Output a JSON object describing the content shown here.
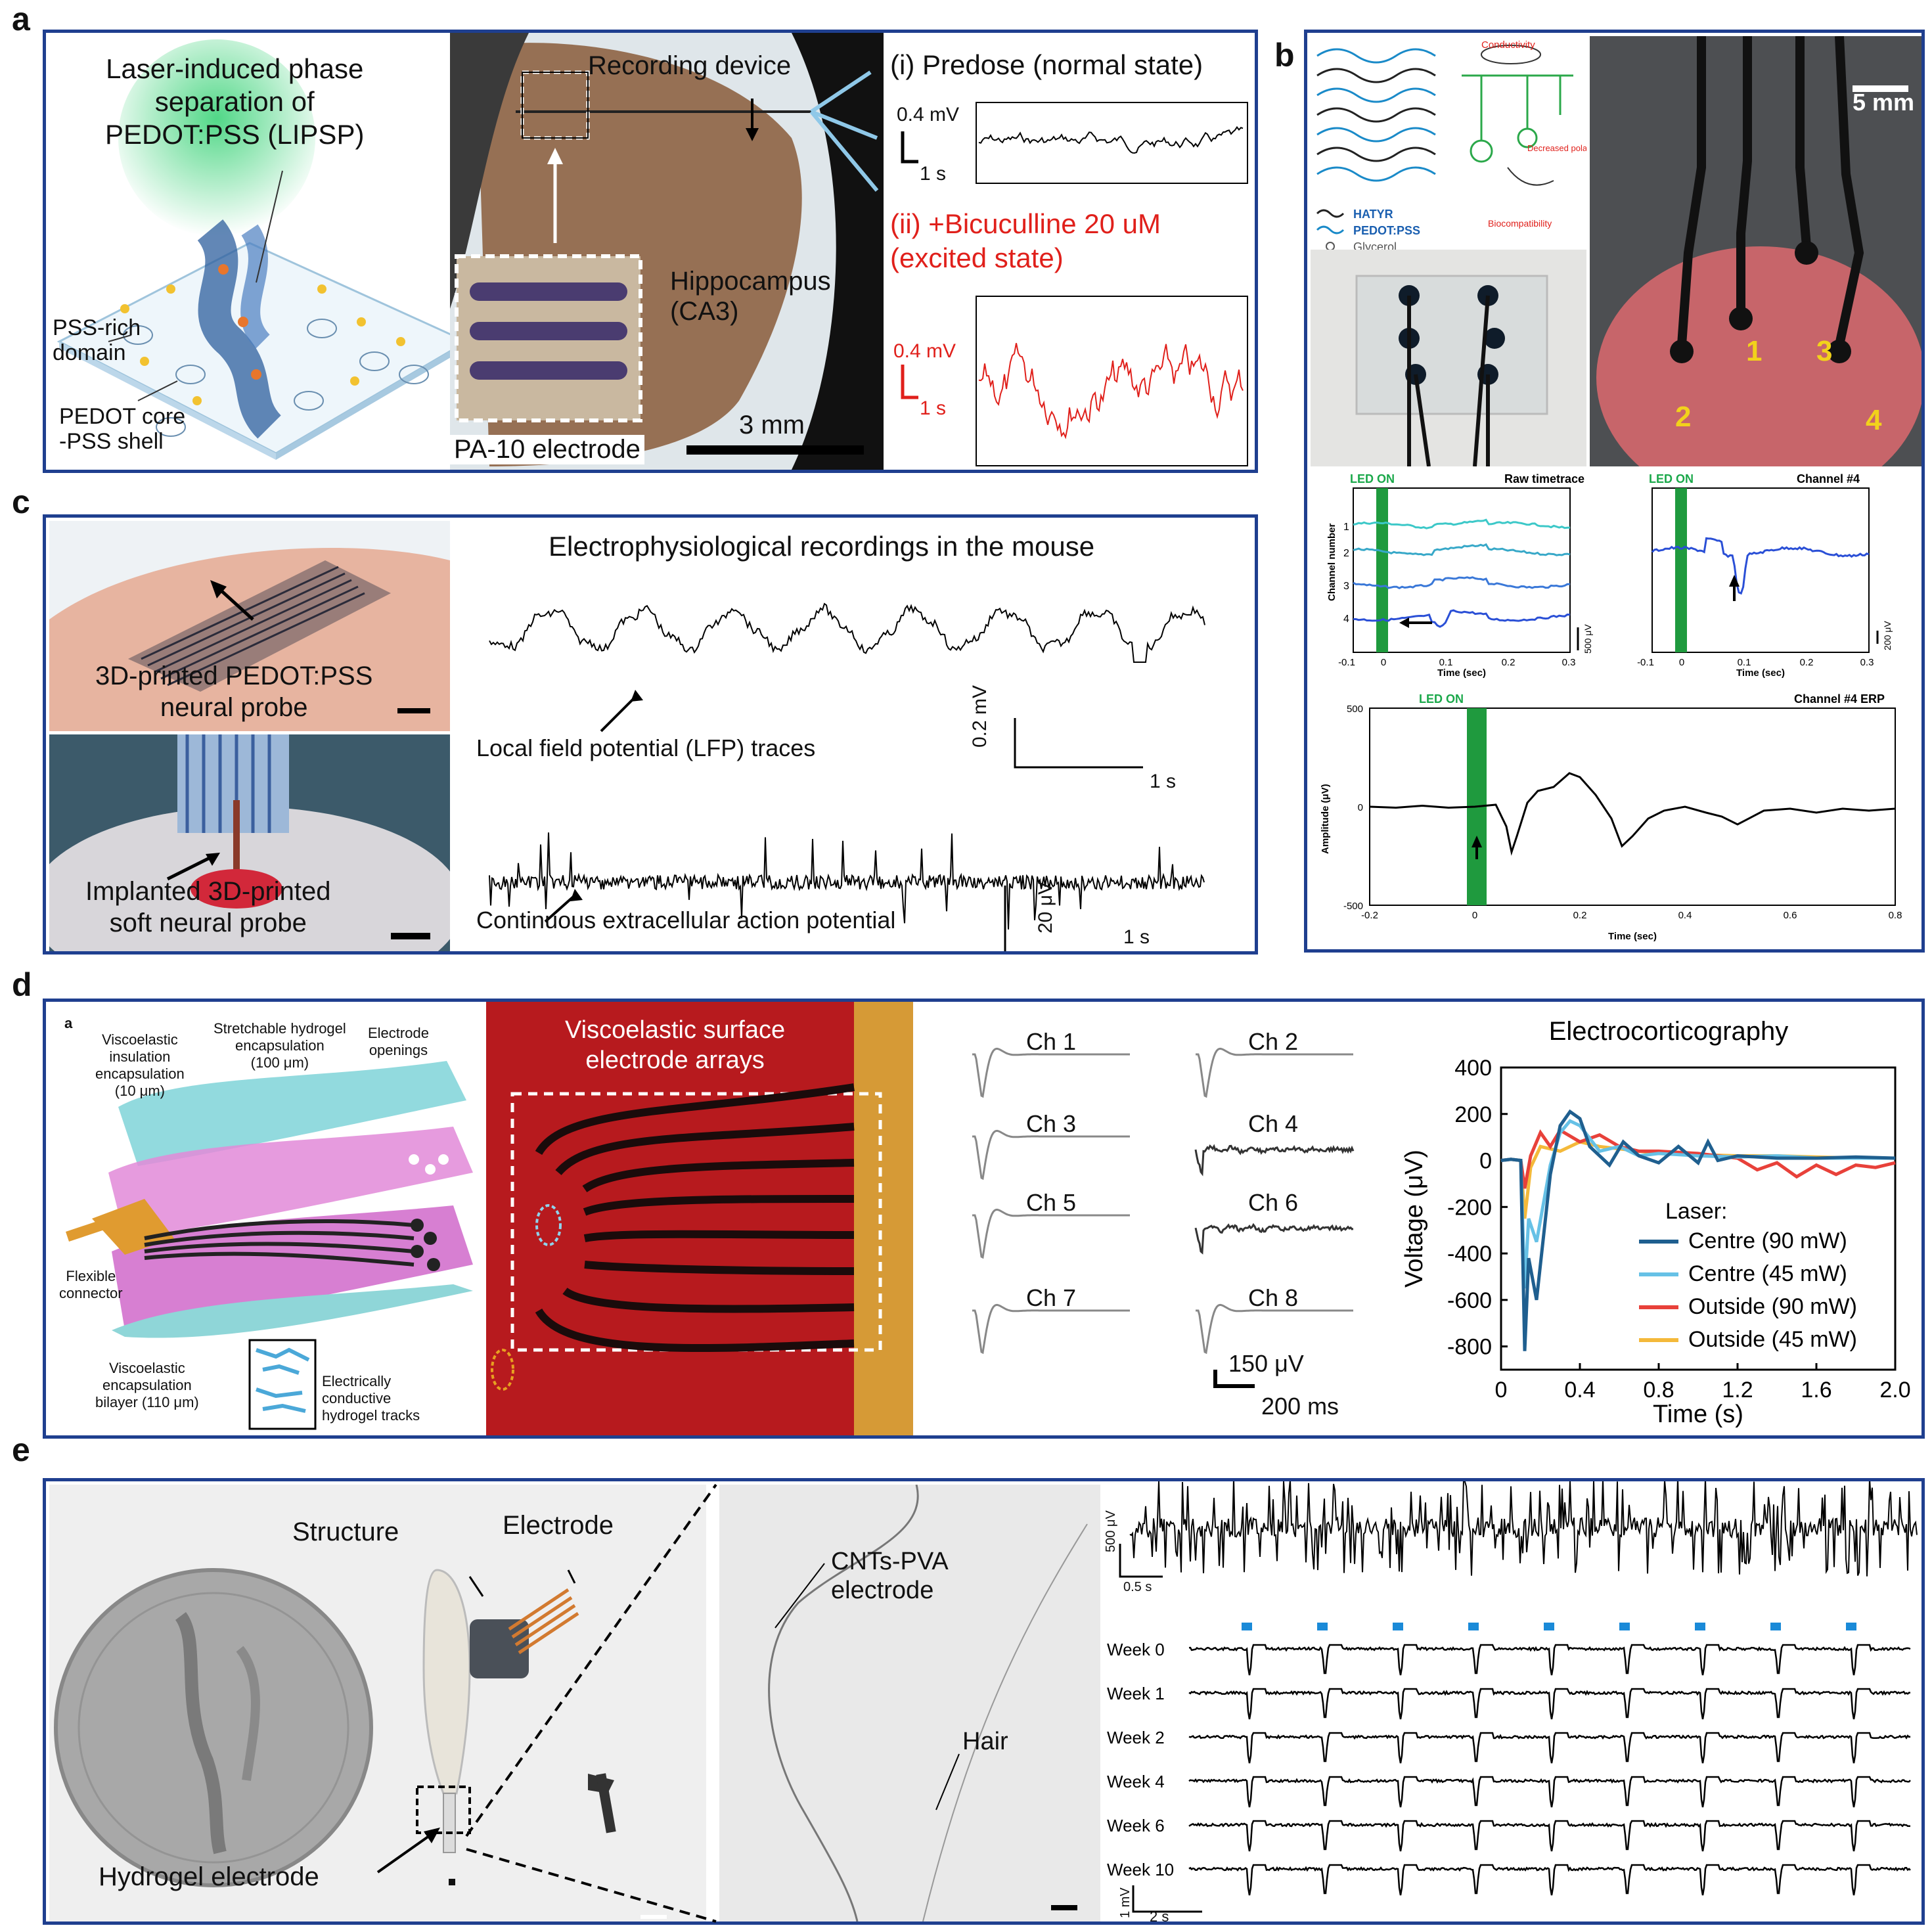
{
  "labels": {
    "a": "a",
    "b": "b",
    "c": "c",
    "d": "d",
    "e": "e"
  },
  "a": {
    "lipsp_title": [
      "Laser-induced phase",
      "separation of",
      "PEDOT:PSS (LIPSP)"
    ],
    "pss_rich": [
      "PSS-rich",
      "domain"
    ],
    "pedot_core": [
      "PEDOT core",
      "-PSS shell"
    ],
    "recording_device": "Recording device",
    "hippocampus": [
      "Hippocampus",
      "(CA3)"
    ],
    "scale": "3 mm",
    "electrode": "PA-10 electrode",
    "predose": "(i) Predose (normal state)",
    "bicuculline": [
      "(ii) +Bicuculline 20 uM",
      "(excited state)"
    ],
    "scale_v1": "0.4 mV",
    "scale_t1": "1 s",
    "scale_v2": "0.4 mV",
    "scale_t2": "1 s"
  },
  "b": {
    "scale": "5 mm",
    "chem_legend": [
      "HATYR",
      "PEDOT:PSS",
      "Glycerol"
    ],
    "chem_notes": [
      "Conductivity",
      "Decreased polarity",
      "Biocompatibility"
    ],
    "electrode_numbers": [
      "1",
      "2",
      "3",
      "4"
    ],
    "raw_title": "Raw timetrace",
    "led_on": "LED ON",
    "ch4_title": "Channel #4",
    "erp_title": "Channel #4 ERP",
    "raw_ylabel": "Channel number",
    "raw_xlabel": "Time (sec)",
    "raw_channels": [
      "1",
      "2",
      "3",
      "4"
    ],
    "raw_xticks": [
      "-0.1",
      "0",
      "0.1",
      "0.2",
      "0.3"
    ],
    "raw_scale": "500 μV",
    "ch4_scale": "200 μV",
    "erp_ylabel": "Amplitude (μV)",
    "erp_xlabel": "Time (sec)",
    "erp_yticks": [
      "500",
      "0",
      "-500"
    ],
    "erp_xticks": [
      "-0.2",
      "0",
      "0.2",
      "0.4",
      "0.6",
      "0.8"
    ]
  },
  "c": {
    "title": "Electrophysiological recordings in the mouse",
    "probe": [
      "3D-printed PEDOT:PSS",
      "neural probe"
    ],
    "implanted": [
      "Implanted 3D-printed",
      "soft neural probe"
    ],
    "lfp": "Local field potential (LFP) traces",
    "spikes": "Continuous extracellular action potential",
    "scale_v1": "0.2 mV",
    "scale_t1": "1 s",
    "scale_v2": "20 μV",
    "scale_t2": "1 s"
  },
  "d": {
    "sub": "a",
    "schem": {
      "insulation": [
        "Viscoelastic",
        "insulation",
        "encapsulation",
        "(10 μm)"
      ],
      "hydrogel": [
        "Stretchable hydrogel",
        "encapsulation",
        "(100 μm)"
      ],
      "openings": [
        "Electrode",
        "openings"
      ],
      "connector": [
        "Flexible",
        "connector"
      ],
      "bilayer": [
        "Viscoelastic",
        "encapsulation",
        "bilayer (110 μm)"
      ],
      "tracks": [
        "Electrically",
        "conductive",
        "hydrogel tracks"
      ]
    },
    "photo_title": [
      "Viscoelastic surface",
      "electrode arrays"
    ],
    "channels": [
      "Ch 1",
      "Ch 2",
      "Ch 3",
      "Ch 4",
      "Ch 5",
      "Ch 6",
      "Ch 7",
      "Ch 8"
    ],
    "scale_v": "150 μV",
    "scale_t": "200 ms"
  },
  "e": {
    "structure": "Structure",
    "electrode": "Electrode",
    "hydrogel_electrode": "Hydrogel electrode",
    "cnt": [
      "CNTs-PVA",
      "electrode"
    ],
    "hair": "Hair",
    "weeks": [
      "Week 0",
      "Week 1",
      "Week 2",
      "Week 4",
      "Week 6",
      "Week 10"
    ],
    "scale_top_v": "500 μV",
    "scale_top_t": "0.5 s",
    "scale_v": "1 mV",
    "scale_t": "2 s"
  },
  "chart_data": [
    {
      "type": "line",
      "title": "Electrocorticography",
      "xlabel": "Time (s)",
      "ylabel": "Voltage (μV)",
      "xlim": [
        0,
        2.0
      ],
      "ylim": [
        -900,
        400
      ],
      "xticks": [
        "0",
        "0.4",
        "0.8",
        "1.2",
        "1.6",
        "2.0"
      ],
      "yticks": [
        "400",
        "200",
        "0",
        "-200",
        "-400",
        "-600",
        "-800"
      ],
      "legend_title": "Laser:",
      "legend_position": "right",
      "series": [
        {
          "name": "Centre (90 mW)",
          "color": "#1f5f8f",
          "x": [
            0,
            0.05,
            0.1,
            0.12,
            0.14,
            0.18,
            0.25,
            0.3,
            0.35,
            0.4,
            0.45,
            0.55,
            0.62,
            0.7,
            0.8,
            0.9,
            1.0,
            1.05,
            1.1,
            1.2,
            1.4,
            1.6,
            1.8,
            2.0
          ],
          "y": [
            0,
            5,
            0,
            -820,
            -420,
            -600,
            -60,
            150,
            210,
            180,
            60,
            -20,
            80,
            20,
            -10,
            60,
            -10,
            80,
            0,
            20,
            10,
            10,
            15,
            10
          ]
        },
        {
          "name": "Centre (45 mW)",
          "color": "#66c1e6",
          "x": [
            0,
            0.05,
            0.1,
            0.12,
            0.14,
            0.18,
            0.25,
            0.3,
            0.35,
            0.4,
            0.5,
            0.6,
            0.7,
            0.8,
            1.0,
            1.2,
            1.4,
            1.6,
            1.8,
            2.0
          ],
          "y": [
            0,
            5,
            0,
            -550,
            -250,
            -350,
            -20,
            120,
            170,
            150,
            40,
            60,
            20,
            30,
            20,
            15,
            20,
            10,
            10,
            10
          ]
        },
        {
          "name": "Outside (90 mW)",
          "color": "#e8413a",
          "x": [
            0,
            0.05,
            0.1,
            0.12,
            0.15,
            0.2,
            0.25,
            0.3,
            0.4,
            0.5,
            0.6,
            0.7,
            0.8,
            1.0,
            1.2,
            1.3,
            1.4,
            1.5,
            1.6,
            1.7,
            1.8,
            1.9,
            2.0
          ],
          "y": [
            0,
            5,
            0,
            -120,
            20,
            120,
            60,
            130,
            80,
            110,
            60,
            40,
            40,
            30,
            10,
            -40,
            -10,
            -70,
            -20,
            -60,
            -20,
            -30,
            -10
          ]
        },
        {
          "name": "Outside (45 mW)",
          "color": "#f4b93a",
          "x": [
            0,
            0.05,
            0.1,
            0.12,
            0.15,
            0.2,
            0.3,
            0.4,
            0.5,
            0.6,
            0.8,
            1.0,
            1.2,
            1.4,
            1.6,
            1.8,
            2.0
          ],
          "y": [
            0,
            5,
            0,
            -250,
            -30,
            60,
            40,
            80,
            60,
            50,
            30,
            25,
            20,
            20,
            15,
            10,
            10
          ]
        }
      ]
    },
    {
      "type": "line",
      "title": "Channel #4 ERP",
      "xlabel": "Time (sec)",
      "ylabel": "Amplitude (μV)",
      "xlim": [
        -0.2,
        0.8
      ],
      "ylim": [
        -500,
        500
      ],
      "series": [
        {
          "name": "",
          "color": "#000000",
          "x": [
            -0.2,
            -0.15,
            -0.1,
            -0.05,
            0,
            0.04,
            0.06,
            0.07,
            0.08,
            0.1,
            0.12,
            0.15,
            0.18,
            0.2,
            0.23,
            0.26,
            0.28,
            0.3,
            0.33,
            0.36,
            0.4,
            0.44,
            0.47,
            0.5,
            0.55,
            0.6,
            0.65,
            0.7,
            0.75,
            0.8
          ],
          "y": [
            0,
            -5,
            5,
            -5,
            0,
            10,
            -100,
            -230,
            -150,
            20,
            80,
            100,
            170,
            150,
            60,
            -60,
            -200,
            -150,
            -60,
            -20,
            0,
            -30,
            -50,
            -90,
            -20,
            -10,
            -30,
            -10,
            -20,
            -10
          ]
        }
      ]
    }
  ]
}
